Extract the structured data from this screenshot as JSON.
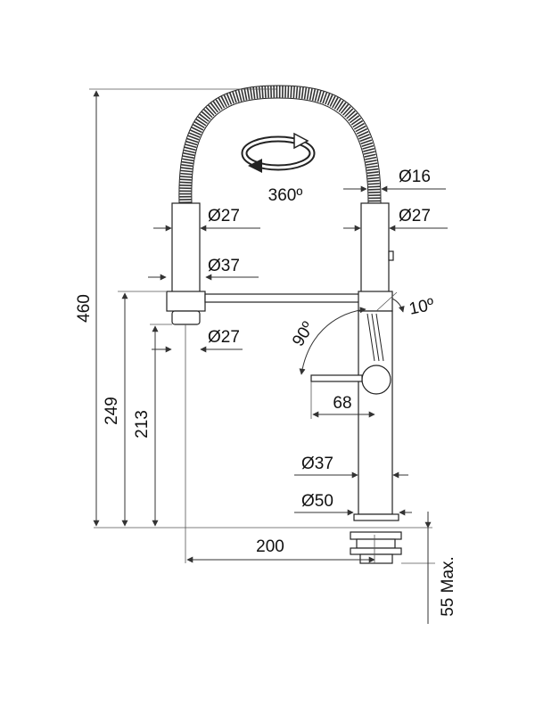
{
  "dimensions": {
    "total_height": "460",
    "height_249": "249",
    "height_213": "213",
    "reach": "200",
    "max_thickness": "55 Max.",
    "handle_length": "68"
  },
  "diameters": {
    "hose": "Ø16",
    "spout_left": "Ø27",
    "spout_right": "Ø27",
    "collar_left": "Ø37",
    "spray_left": "Ø27",
    "body": "Ø37",
    "base": "Ø50"
  },
  "angles": {
    "swivel": "360º",
    "handle_swing": "90º",
    "handle_tilt": "10º"
  },
  "colors": {
    "line": "#222222",
    "text": "#111111",
    "background": "#ffffff"
  },
  "icons": {
    "rotation": "rotation-arrow-icon"
  }
}
